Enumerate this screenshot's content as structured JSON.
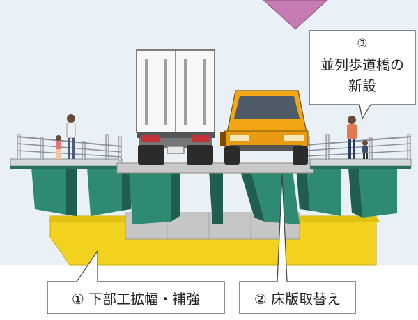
{
  "callouts": {
    "sidewalk_bridge": {
      "number": "③",
      "line1": "並列歩道橋の",
      "line2": "新設"
    },
    "substructure": {
      "text": "① 下部工拡幅・補強"
    },
    "deck_slab": {
      "text": "② 床版取替え"
    }
  },
  "colors": {
    "sky": "#e9f0f6",
    "pier_yellow": "#f2d21e",
    "girder_green": "#2f8a74",
    "girder_dark": "#1f5e50",
    "deck_grey": "#c9c9c9",
    "railing": "#d9dde2",
    "pink_arrow": "#c77bb3",
    "truck_orange": "#f2a515"
  }
}
